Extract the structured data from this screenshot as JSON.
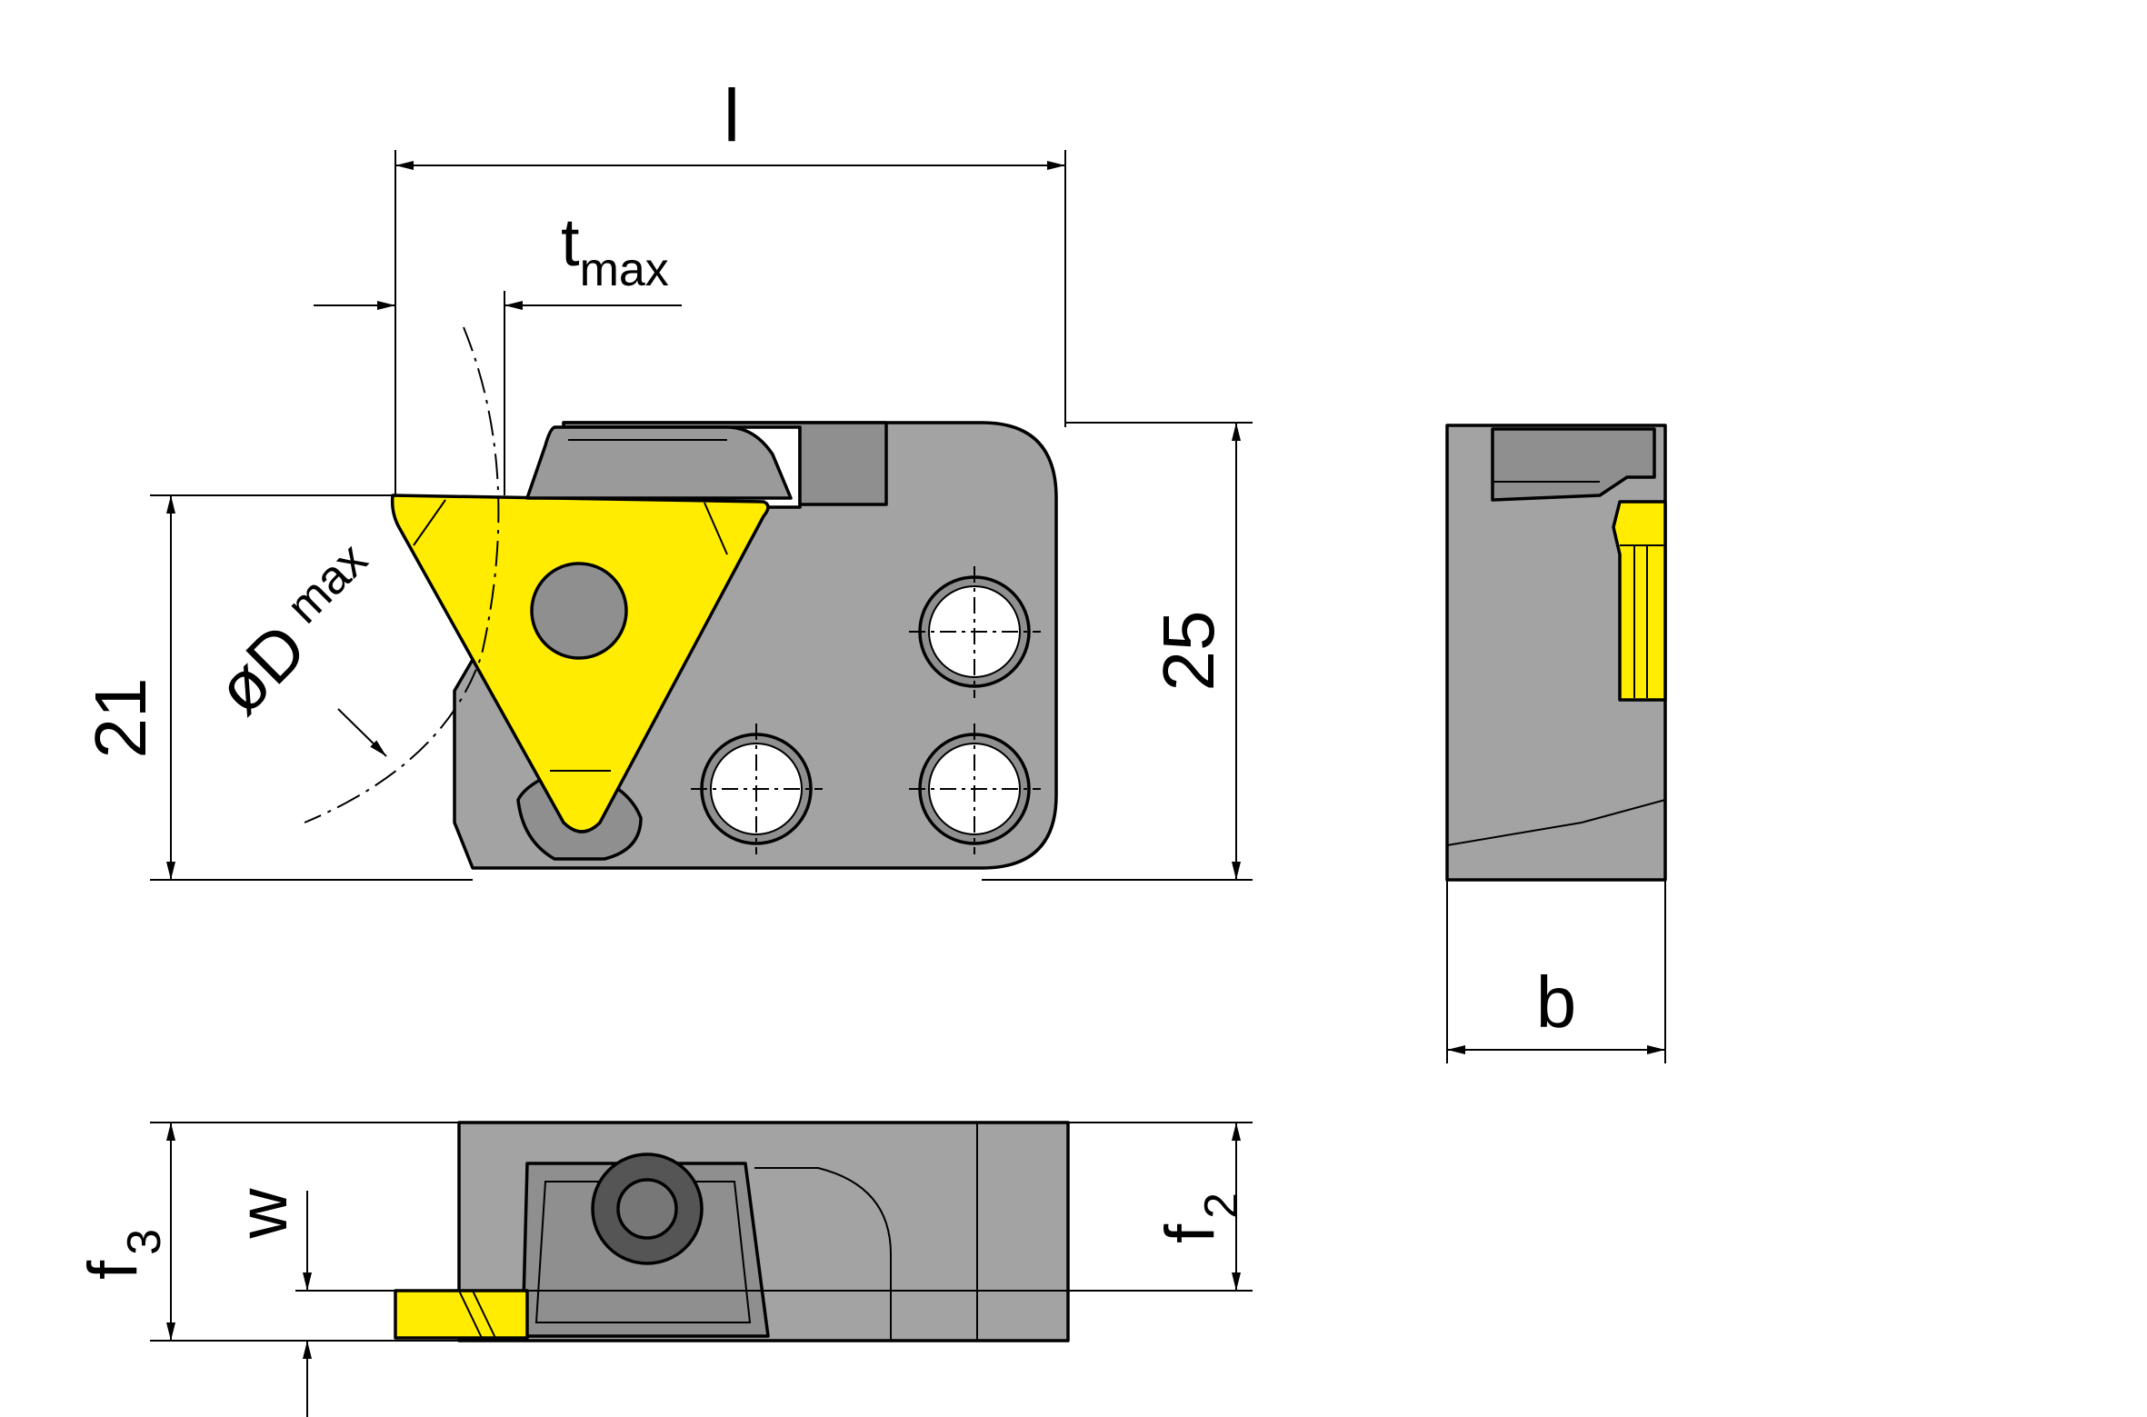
{
  "colors": {
    "holder": "#a3a3a3",
    "holder_dark": "#8f8f8f",
    "insert": "#ffec00",
    "line": "#000000",
    "background": "#ffffff"
  },
  "labels": {
    "length": "l",
    "t_main": "t",
    "t_sub": "max",
    "d_main": "øD",
    "d_sub": "max",
    "dim_21": "21",
    "dim_25": "25",
    "width_b": "b",
    "f3_main": "f",
    "f3_sub": "3",
    "w": "w",
    "f2_main": "f",
    "f2_sub": "2"
  }
}
